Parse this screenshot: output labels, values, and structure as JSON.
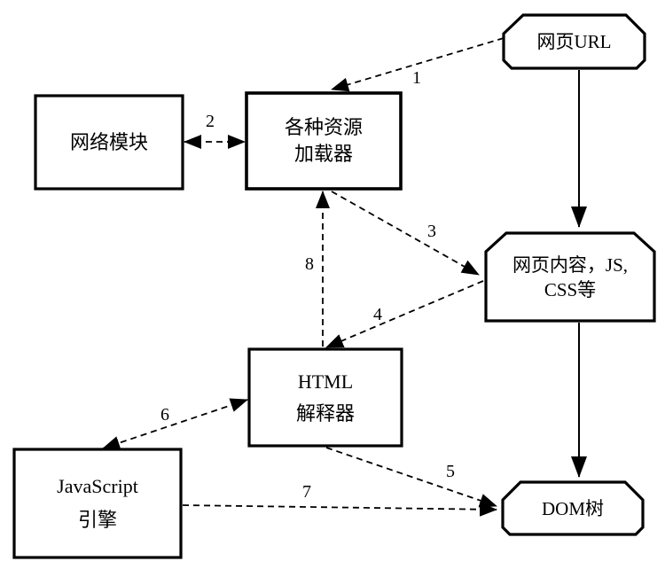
{
  "diagram": {
    "background_color": "#ffffff",
    "line_color": "#000000",
    "box_fill": "#ffffff",
    "boxes": {
      "network_module": {
        "id": "network-module",
        "shape": "rectangle",
        "label_lines": [
          "网络模块"
        ]
      },
      "resource_loaders": {
        "id": "resource-loaders",
        "shape": "rectangle",
        "label_lines": [
          "各种资源",
          "加载器"
        ]
      },
      "web_url": {
        "id": "web-url",
        "shape": "chamfered-rectangle",
        "label_lines": [
          "网页URL"
        ]
      },
      "web_content": {
        "id": "web-content",
        "shape": "chamfered-rectangle",
        "label_lines": [
          "网页内容，JS,",
          "CSS等"
        ]
      },
      "html_interpreter": {
        "id": "html-interpreter",
        "shape": "rectangle",
        "label_lines": [
          "HTML",
          "解释器"
        ]
      },
      "js_engine": {
        "id": "js-engine",
        "shape": "rectangle",
        "label_lines": [
          "JavaScript",
          "引擎"
        ]
      },
      "dom_tree": {
        "id": "dom-tree",
        "shape": "chamfered-rectangle",
        "label_lines": [
          "DOM树"
        ]
      }
    },
    "edges": [
      {
        "step": "1",
        "from": "web-url",
        "to": "resource-loaders",
        "line_style": "dashed",
        "arrows": "single"
      },
      {
        "step": "2",
        "from": "network-module",
        "to": "resource-loaders",
        "line_style": "dashed",
        "arrows": "double"
      },
      {
        "step": "3",
        "from": "resource-loaders",
        "to": "web-content",
        "line_style": "dashed",
        "arrows": "single"
      },
      {
        "step": "4",
        "from": "web-content",
        "to": "html-interpreter",
        "line_style": "dashed",
        "arrows": "single"
      },
      {
        "step": "5",
        "from": "html-interpreter",
        "to": "dom-tree",
        "line_style": "dashed",
        "arrows": "single"
      },
      {
        "step": "6",
        "from": "html-interpreter",
        "to": "js-engine",
        "line_style": "dashed",
        "arrows": "double"
      },
      {
        "step": "7",
        "from": "js-engine",
        "to": "dom-tree",
        "line_style": "dashed",
        "arrows": "single"
      },
      {
        "step": "8",
        "from": "html-interpreter",
        "to": "resource-loaders",
        "line_style": "dashed",
        "arrows": "single"
      }
    ],
    "unlabeled_edges": [
      {
        "from": "web-url",
        "to": "web-content",
        "line_style": "solid",
        "arrows": "single"
      },
      {
        "from": "web-content",
        "to": "dom-tree",
        "line_style": "solid",
        "arrows": "single"
      }
    ]
  }
}
